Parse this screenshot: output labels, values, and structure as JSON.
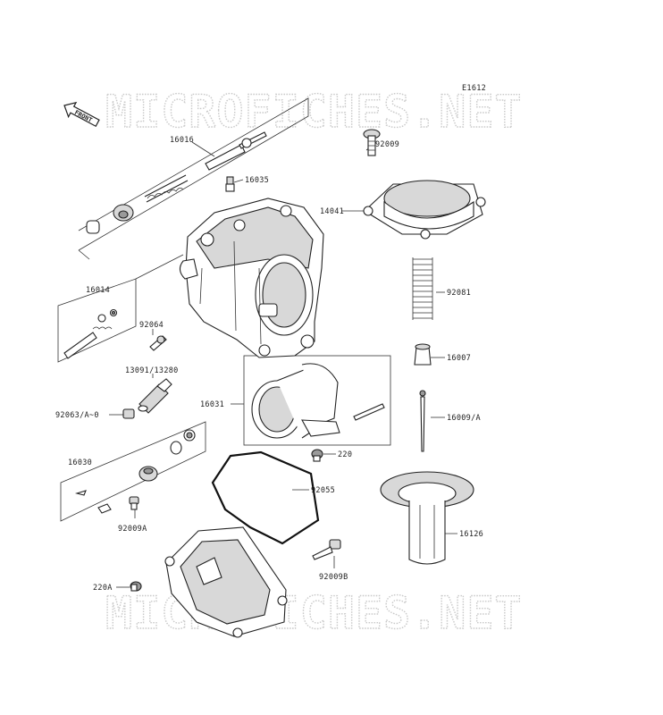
{
  "diagram": {
    "ref_code": "E1612",
    "watermark": "MICROFICHES.NET",
    "front_label": "FRONT",
    "parts": [
      {
        "id": "16016"
      },
      {
        "id": "16035"
      },
      {
        "id": "92009"
      },
      {
        "id": "14041"
      },
      {
        "id": "16014"
      },
      {
        "id": "92064"
      },
      {
        "id": "92081"
      },
      {
        "id": "16007"
      },
      {
        "id": "13091/13280"
      },
      {
        "id": "16031"
      },
      {
        "id": "16009/A"
      },
      {
        "id": "92063/A~0"
      },
      {
        "id": "220"
      },
      {
        "id": "16030"
      },
      {
        "id": "92055"
      },
      {
        "id": "16126"
      },
      {
        "id": "92009A"
      },
      {
        "id": "92009B"
      },
      {
        "id": "220A"
      }
    ]
  }
}
